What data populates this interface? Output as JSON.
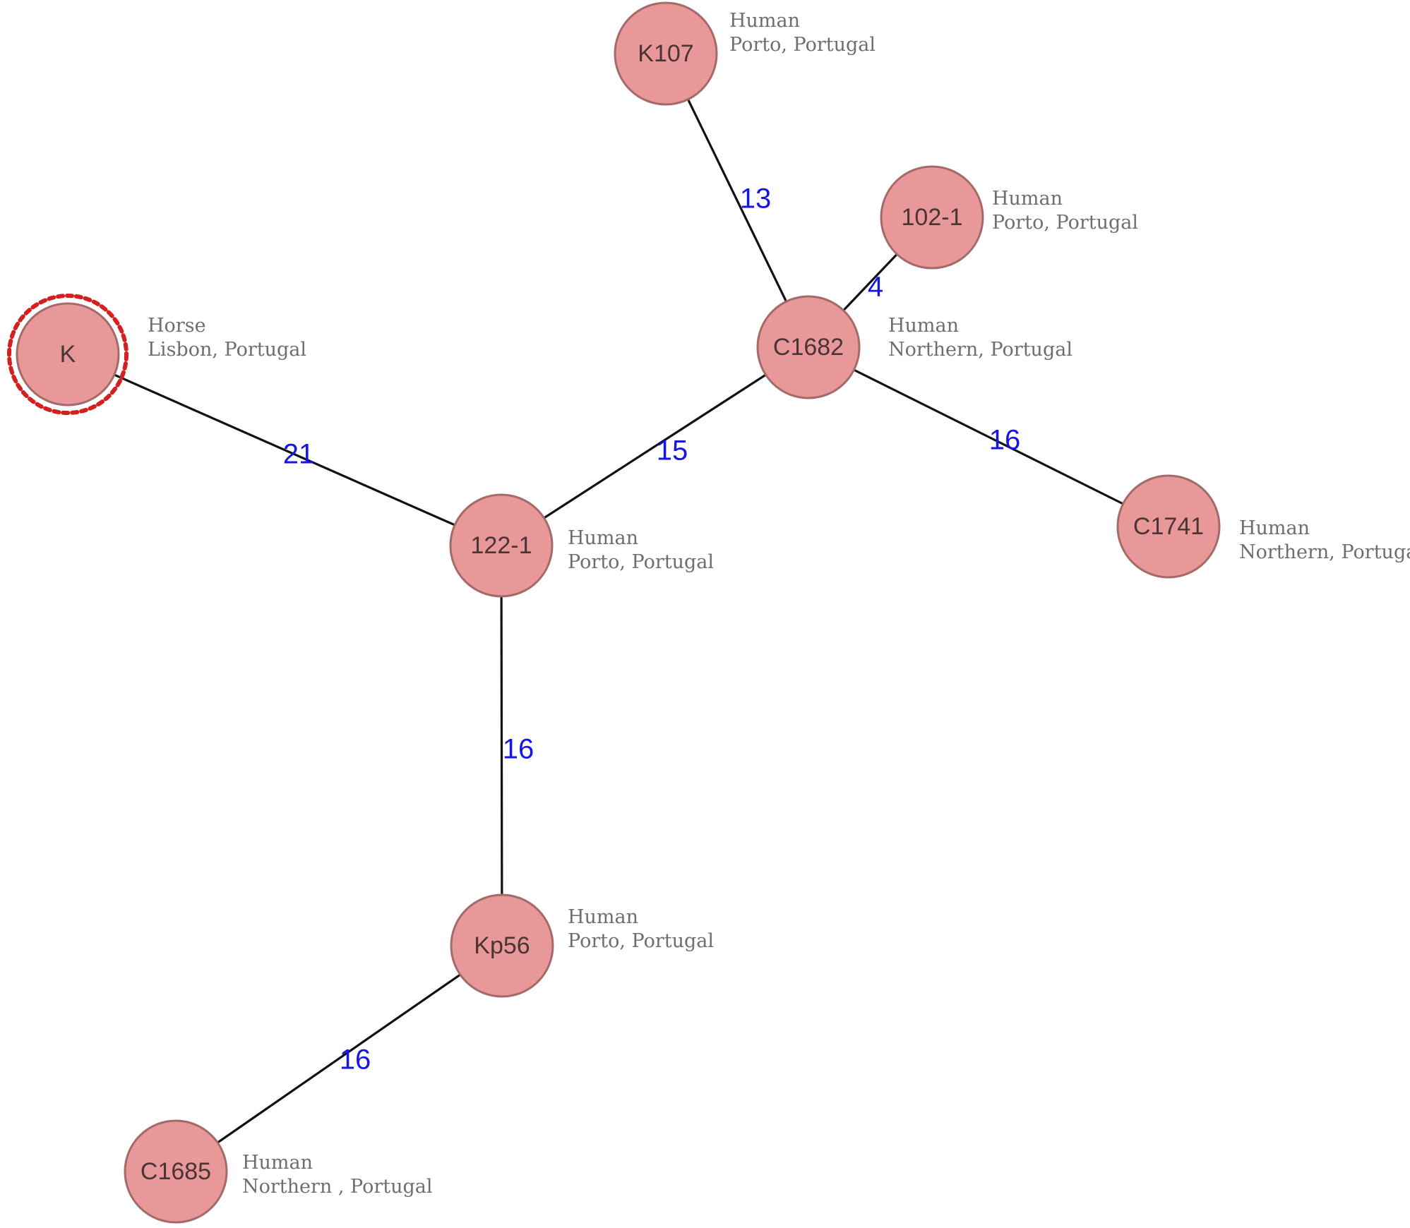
{
  "colors": {
    "node_fill": "#e89899",
    "node_stroke": "#a46a6a",
    "edge": "#111111",
    "edge_label": "#1515e6",
    "highlight_ring": "#d42020",
    "info_text": "#6e6e6e"
  },
  "nodes": [
    {
      "id": "K",
      "label": "K",
      "host": "Horse",
      "location": "Lisbon, Portugal",
      "highlighted": true
    },
    {
      "id": "K107",
      "label": "K107",
      "host": "Human",
      "location": "Porto, Portugal",
      "highlighted": false
    },
    {
      "id": "102-1",
      "label": "102-1",
      "host": "Human",
      "location": "Porto, Portugal",
      "highlighted": false
    },
    {
      "id": "C1682",
      "label": "C1682",
      "host": "Human",
      "location": "Northern, Portugal",
      "highlighted": false
    },
    {
      "id": "C1741",
      "label": "C1741",
      "host": "Human",
      "location": "Northern, Portugal",
      "highlighted": false
    },
    {
      "id": "122-1",
      "label": "122-1",
      "host": "Human",
      "location": "Porto, Portugal",
      "highlighted": false
    },
    {
      "id": "Kp56",
      "label": "Kp56",
      "host": "Human",
      "location": "Porto, Portugal",
      "highlighted": false
    },
    {
      "id": "C1685",
      "label": "C1685",
      "host": "Human",
      "location": "Northern , Portugal",
      "highlighted": false
    }
  ],
  "edges": [
    {
      "source": "K",
      "target": "122-1",
      "label": "21"
    },
    {
      "source": "K107",
      "target": "C1682",
      "label": "13"
    },
    {
      "source": "102-1",
      "target": "C1682",
      "label": "4"
    },
    {
      "source": "122-1",
      "target": "C1682",
      "label": "15"
    },
    {
      "source": "C1682",
      "target": "C1741",
      "label": "16"
    },
    {
      "source": "122-1",
      "target": "Kp56",
      "label": "16"
    },
    {
      "source": "Kp56",
      "target": "C1685",
      "label": "16"
    }
  ]
}
